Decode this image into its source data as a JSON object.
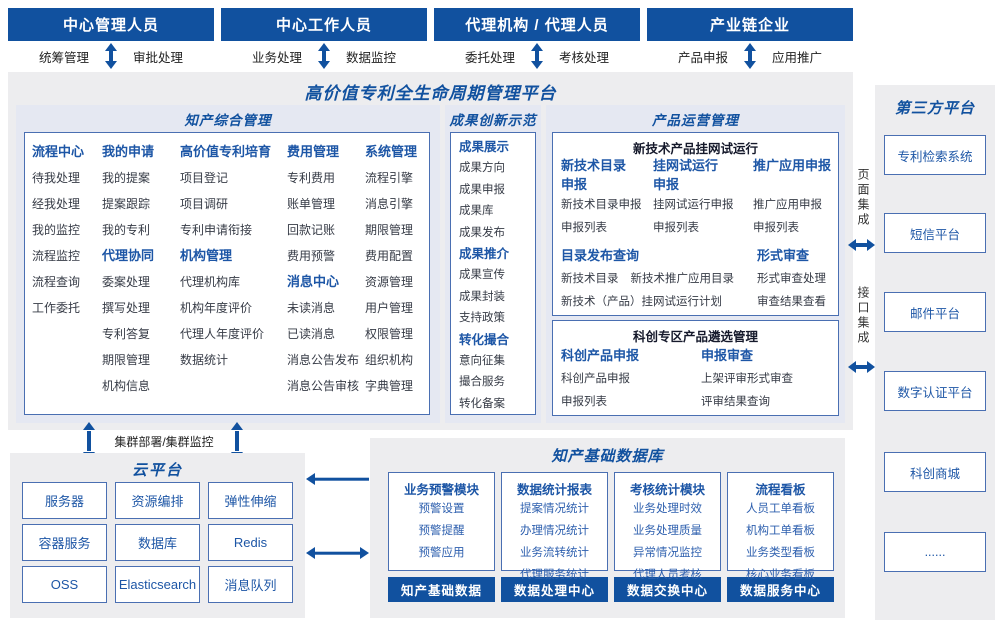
{
  "roles": [
    {
      "title": "中心管理人员",
      "tags": [
        "统筹管理",
        "审批处理"
      ]
    },
    {
      "title": "中心工作人员",
      "tags": [
        "业务处理",
        "数据监控"
      ]
    },
    {
      "title": "代理机构 / 代理人员",
      "tags": [
        "委托处理",
        "考核处理"
      ]
    },
    {
      "title": "产业链企业",
      "tags": [
        "产品申报",
        "应用推广"
      ]
    }
  ],
  "platform_title": "高价值专利全生命周期管理平台",
  "zc": {
    "title": "知产综合管理",
    "columns": [
      [
        {
          "k": "h",
          "label": "流程中心"
        },
        {
          "k": "i",
          "label": "待我处理"
        },
        {
          "k": "i",
          "label": "经我处理"
        },
        {
          "k": "i",
          "label": "我的监控"
        },
        {
          "k": "i",
          "label": "流程监控"
        },
        {
          "k": "i",
          "label": "流程查询"
        },
        {
          "k": "i",
          "label": "工作委托"
        }
      ],
      [
        {
          "k": "h",
          "label": "我的申请"
        },
        {
          "k": "i",
          "label": "我的提案"
        },
        {
          "k": "i",
          "label": "提案跟踪"
        },
        {
          "k": "i",
          "label": "我的专利"
        },
        {
          "k": "h",
          "label": "代理协同"
        },
        {
          "k": "i",
          "label": "委案处理"
        },
        {
          "k": "i",
          "label": "撰写处理"
        },
        {
          "k": "i",
          "label": "专利答复"
        },
        {
          "k": "i",
          "label": "期限管理"
        },
        {
          "k": "i",
          "label": "机构信息"
        }
      ],
      [
        {
          "k": "h",
          "label": "高价值专利培育"
        },
        {
          "k": "i",
          "label": "项目登记"
        },
        {
          "k": "i",
          "label": "项目调研"
        },
        {
          "k": "i",
          "label": "专利申请衔接"
        },
        {
          "k": "h",
          "label": "机构管理"
        },
        {
          "k": "i",
          "label": "代理机构库"
        },
        {
          "k": "i",
          "label": "机构年度评价"
        },
        {
          "k": "i",
          "label": "代理人年度评价"
        },
        {
          "k": "i",
          "label": "数据统计"
        }
      ],
      [
        {
          "k": "h",
          "label": "费用管理"
        },
        {
          "k": "i",
          "label": "专利费用"
        },
        {
          "k": "i",
          "label": "账单管理"
        },
        {
          "k": "i",
          "label": "回款记账"
        },
        {
          "k": "i",
          "label": "费用预警"
        },
        {
          "k": "h",
          "label": "消息中心"
        },
        {
          "k": "i",
          "label": "未读消息"
        },
        {
          "k": "i",
          "label": "已读消息"
        },
        {
          "k": "i",
          "label": "消息公告发布"
        },
        {
          "k": "i",
          "label": "消息公告审核"
        }
      ],
      [
        {
          "k": "h",
          "label": "系统管理"
        },
        {
          "k": "i",
          "label": "流程引擎"
        },
        {
          "k": "i",
          "label": "消息引擎"
        },
        {
          "k": "i",
          "label": "期限管理"
        },
        {
          "k": "i",
          "label": "费用配置"
        },
        {
          "k": "i",
          "label": "资源管理"
        },
        {
          "k": "i",
          "label": "用户管理"
        },
        {
          "k": "i",
          "label": "权限管理"
        },
        {
          "k": "i",
          "label": "组织机构"
        },
        {
          "k": "i",
          "label": "字典管理"
        }
      ]
    ]
  },
  "cg": {
    "title": "成果创新示范",
    "entries": [
      {
        "k": "h",
        "label": "成果展示"
      },
      {
        "k": "i",
        "label": "成果方向"
      },
      {
        "k": "i",
        "label": "成果申报"
      },
      {
        "k": "i",
        "label": "成果库"
      },
      {
        "k": "i",
        "label": "成果发布"
      },
      {
        "k": "h",
        "label": "成果推介"
      },
      {
        "k": "i",
        "label": "成果宣传"
      },
      {
        "k": "i",
        "label": "成果封装"
      },
      {
        "k": "i",
        "label": "支持政策"
      },
      {
        "k": "h",
        "label": "转化撮合"
      },
      {
        "k": "i",
        "label": "意向征集"
      },
      {
        "k": "i",
        "label": "撮合服务"
      },
      {
        "k": "i",
        "label": "转化备案"
      }
    ]
  },
  "py": {
    "title": "产品运营管理",
    "boxA": {
      "title": "新技术产品挂网试运行",
      "cols": [
        {
          "header": "新技术目录\n申报",
          "items": [
            "新技术目录申报",
            "申报列表"
          ]
        },
        {
          "header": "挂网试运行\n申报",
          "items": [
            "挂网试运行申报",
            "申报列表"
          ]
        },
        {
          "header": "推广应用申报",
          "items": [
            "推广应用申报",
            "申报列表"
          ]
        }
      ],
      "row2_left": {
        "header": "目录发布查询",
        "line1a": "新技术目录",
        "line1b": "新技术推广应用目录",
        "line2": "新技术（产品）挂网试运行计划"
      },
      "row2_right": {
        "header": "形式审查",
        "items": [
          "形式审查处理",
          "审查结果查看"
        ]
      }
    },
    "boxB": {
      "title": "科创专区产品遴选管理",
      "cols": [
        {
          "header": "科创产品申报",
          "items": [
            "科创产品申报",
            "申报列表"
          ]
        },
        {
          "header": "申报审查",
          "items": [
            "上架评审形式审查",
            "评审结果查询"
          ]
        }
      ]
    }
  },
  "integration": {
    "page": "页面集成",
    "api": "接口集成"
  },
  "third_party": {
    "title": "第三方平台",
    "boxes": [
      "专利检索系统",
      "短信平台",
      "邮件平台",
      "数字认证平台",
      "科创商城",
      "......"
    ]
  },
  "cluster_label": "集群部署/集群监控",
  "cloud": {
    "title": "云平台",
    "boxes": [
      "服务器",
      "资源编排",
      "弹性伸缩",
      "容器服务",
      "数据库",
      "Redis",
      "OSS",
      "Elasticsearch",
      "消息队列"
    ]
  },
  "db": {
    "title": "知产基础数据库",
    "modules": [
      {
        "header": "业务预警模块",
        "items": [
          "预警设置",
          "预警提醒",
          "预警应用"
        ],
        "footer": "知产基础数据"
      },
      {
        "header": "数据统计报表",
        "items": [
          "提案情况统计",
          "办理情况统计",
          "业务流转统计",
          "代理服务统计"
        ],
        "footer": "数据处理中心"
      },
      {
        "header": "考核统计模块",
        "items": [
          "业务处理时效",
          "业务处理质量",
          "异常情况监控",
          "代理人员考核"
        ],
        "footer": "数据交换中心"
      },
      {
        "header": "流程看板",
        "items": [
          "人员工单看板",
          "机构工单看板",
          "业务类型看板",
          "核心业务看板"
        ],
        "footer": "数据服务中心"
      }
    ]
  }
}
